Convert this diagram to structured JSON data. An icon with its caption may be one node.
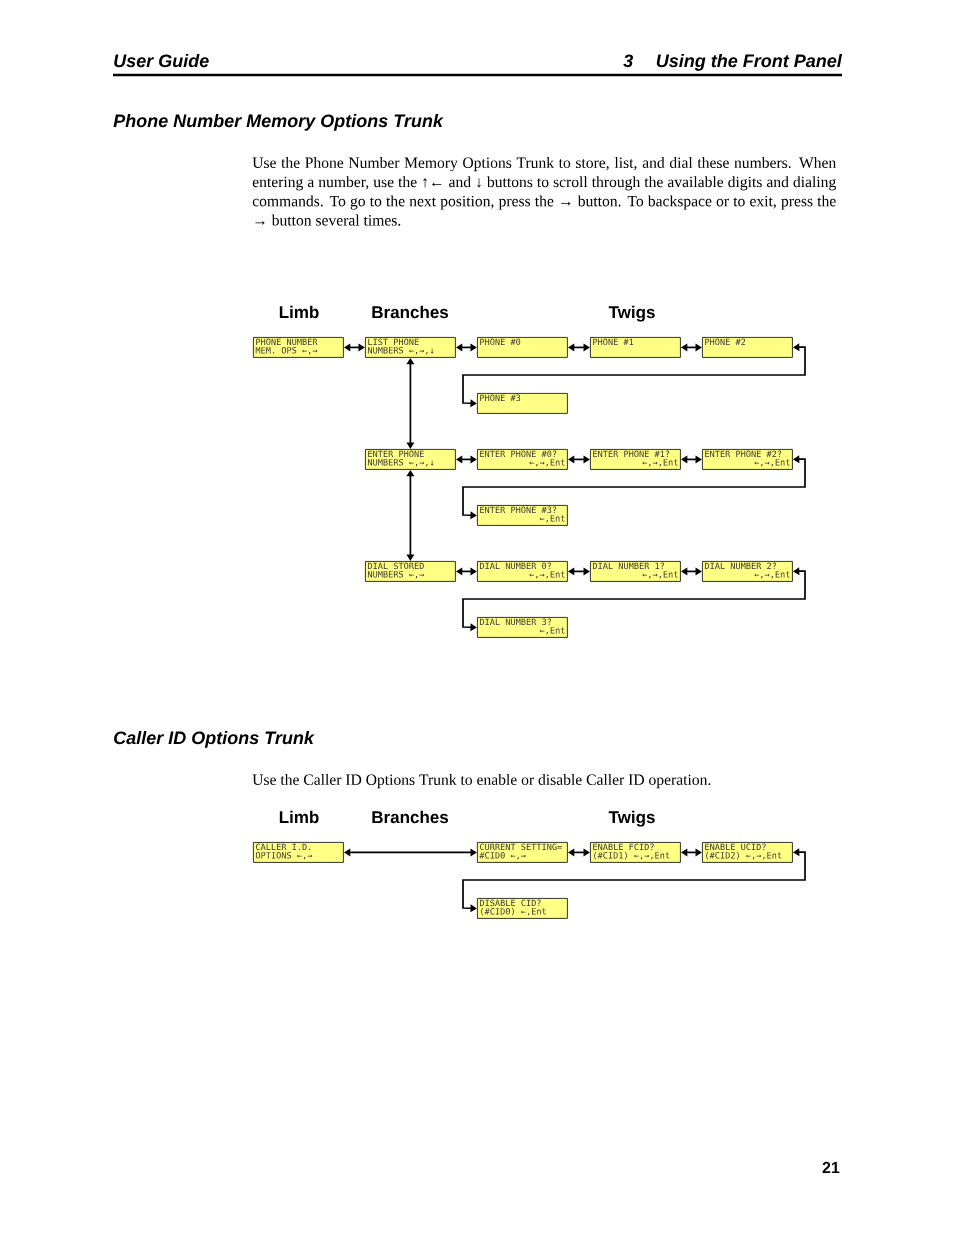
{
  "diagram": {
    "nodes": [
      {
        "text": [
          "PHONE NUMBER",
          "MEM. OPS ←,→"
        ]
      },
      {
        "text": [
          "LIST PHONE",
          "NUMBERS ←,→,↓"
        ]
      },
      {
        "text": [
          "PHONE #0"
        ]
      },
      {
        "text": [
          "PHONE #1"
        ]
      },
      {
        "text": [
          "PHONE #2"
        ]
      },
      {
        "text": [
          "PHONE #3"
        ]
      },
      {
        "text": [
          "ENTER PHONE",
          "NUMBERS ←,→,↓"
        ]
      },
      {
        "text": [
          "ENTER PHONE #0?",
          "←,→,Ent"
        ]
      },
      {
        "text": [
          "ENTER PHONE #1?",
          "←,→,Ent"
        ]
      },
      {
        "text": [
          "ENTER PHONE #2?",
          "←,→,Ent"
        ]
      },
      {
        "text": [
          "ENTER PHONE #3?",
          "←,Ent"
        ]
      },
      {
        "text": [
          "DIAL STORED",
          "NUMBERS ←,→"
        ]
      },
      {
        "text": [
          "DIAL NUMBER 0?",
          "←,→,Ent"
        ]
      },
      {
        "text": [
          "DIAL NUMBER 1?",
          "←,→,Ent"
        ]
      },
      {
        "text": [
          "DIAL NUMBER 2?",
          "←,→,Ent"
        ]
      },
      {
        "text": [
          "DIAL NUMBER 3?",
          "←,Ent"
        ]
      },
      {
        "text": [
          "CALLER I.D.",
          "OPTIONS ←,→"
        ]
      },
      {
        "text": [
          "CURRENT SETTING=",
          "#CID0 ←,→"
        ]
      },
      {
        "text": [
          "ENABLE FCID?",
          "(#CID1) ←,→,Ent"
        ]
      },
      {
        "text": [
          "ENABLE UCID?",
          "(#CID2) ←,→,Ent"
        ]
      },
      {
        "text": [
          "DISABLE CID?",
          "(#CID0) ←,Ent"
        ]
      }
    ],
    "edges": [
      {
        "from": 0,
        "to": 1,
        "arrow": "both"
      },
      {
        "from": 1,
        "to": 2,
        "arrow": "both"
      },
      {
        "from": 2,
        "to": 3,
        "arrow": "both"
      },
      {
        "from": 3,
        "to": 4,
        "arrow": "both"
      },
      {
        "from": 4,
        "to": 5,
        "arrow": "both"
      },
      {
        "from": 1,
        "to": 6,
        "arrow": "both"
      },
      {
        "from": 6,
        "to": 7,
        "arrow": "both"
      },
      {
        "from": 7,
        "to": 8,
        "arrow": "both"
      },
      {
        "from": 8,
        "to": 9,
        "arrow": "both"
      },
      {
        "from": 9,
        "to": 10,
        "arrow": "both"
      },
      {
        "from": 6,
        "to": 11,
        "arrow": "both"
      },
      {
        "from": 11,
        "to": 12,
        "arrow": "both"
      },
      {
        "from": 12,
        "to": 13,
        "arrow": "both"
      },
      {
        "from": 13,
        "to": 14,
        "arrow": "both"
      },
      {
        "from": 14,
        "to": 15,
        "arrow": "both"
      },
      {
        "from": 16,
        "to": 17,
        "arrow": "both"
      },
      {
        "from": 17,
        "to": 18,
        "arrow": "both"
      },
      {
        "from": 18,
        "to": 19,
        "arrow": "both"
      },
      {
        "from": 19,
        "to": 20,
        "arrow": "both"
      }
    ],
    "labels": [
      "User Guide",
      "3",
      "Using the Front Panel",
      "Phone Number Memory Options Trunk",
      "Use the Phone Number Memory Options Trunk to store, list, and dial these numbers. When entering a number, use the ↑← and ↓ buttons to scroll through the available digits and dialing commands. To go to the next position, press the → button. To backspace or to exit, press the → button several times.",
      "Limb",
      "Branches",
      "Twigs",
      "Caller ID Options Trunk",
      "Use the Caller ID Options Trunk to enable or disable Caller ID operation.",
      "Limb",
      "Branches",
      "Twigs",
      "21"
    ]
  }
}
